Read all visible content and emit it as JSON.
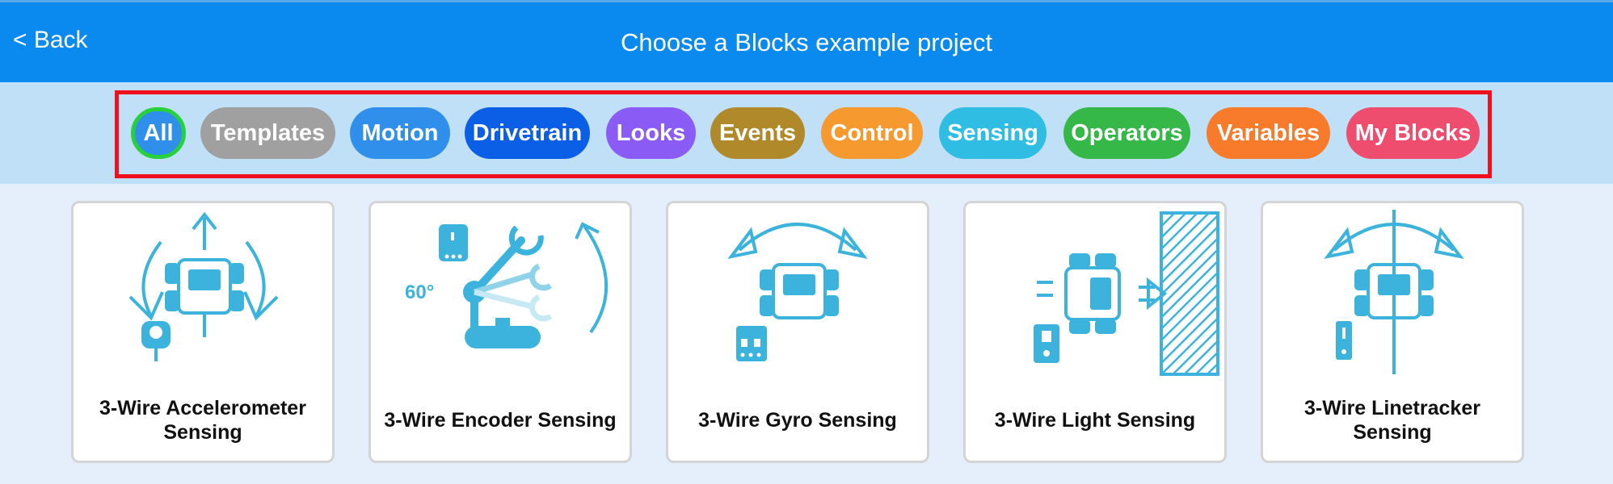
{
  "header": {
    "back_label": "< Back",
    "title": "Choose a Blocks example project"
  },
  "filters": [
    {
      "label": "All",
      "color": "#2f8fea",
      "selected": true
    },
    {
      "label": "Templates",
      "color": "#a0a0a0"
    },
    {
      "label": "Motion",
      "color": "#2f8fea"
    },
    {
      "label": "Drivetrain",
      "color": "#0b5fe6"
    },
    {
      "label": "Looks",
      "color": "#8a5cf5"
    },
    {
      "label": "Events",
      "color": "#b08a2a"
    },
    {
      "label": "Control",
      "color": "#f6992e"
    },
    {
      "label": "Sensing",
      "color": "#2fbde3"
    },
    {
      "label": "Operators",
      "color": "#36b849"
    },
    {
      "label": "Variables",
      "color": "#f77b2a"
    },
    {
      "label": "My Blocks",
      "color": "#ee4d6e"
    }
  ],
  "projects": [
    {
      "label": "3-Wire Accelerometer Sensing",
      "icon": "accelerometer-robot-icon"
    },
    {
      "label": "3-Wire Encoder Sensing",
      "icon": "encoder-arm-icon",
      "angle_text": "60°"
    },
    {
      "label": "3-Wire Gyro Sensing",
      "icon": "gyro-robot-icon"
    },
    {
      "label": "3-Wire Light Sensing",
      "icon": "light-sensor-robot-icon"
    },
    {
      "label": "3-Wire Linetracker Sensing",
      "icon": "linetracker-robot-icon"
    }
  ],
  "colors": {
    "header": "#0a8aee",
    "filter_bar": "#bfe0f6",
    "content_bg": "#e4effb",
    "highlight_frame": "#f00f1d",
    "icon": "#3bb3dc"
  }
}
